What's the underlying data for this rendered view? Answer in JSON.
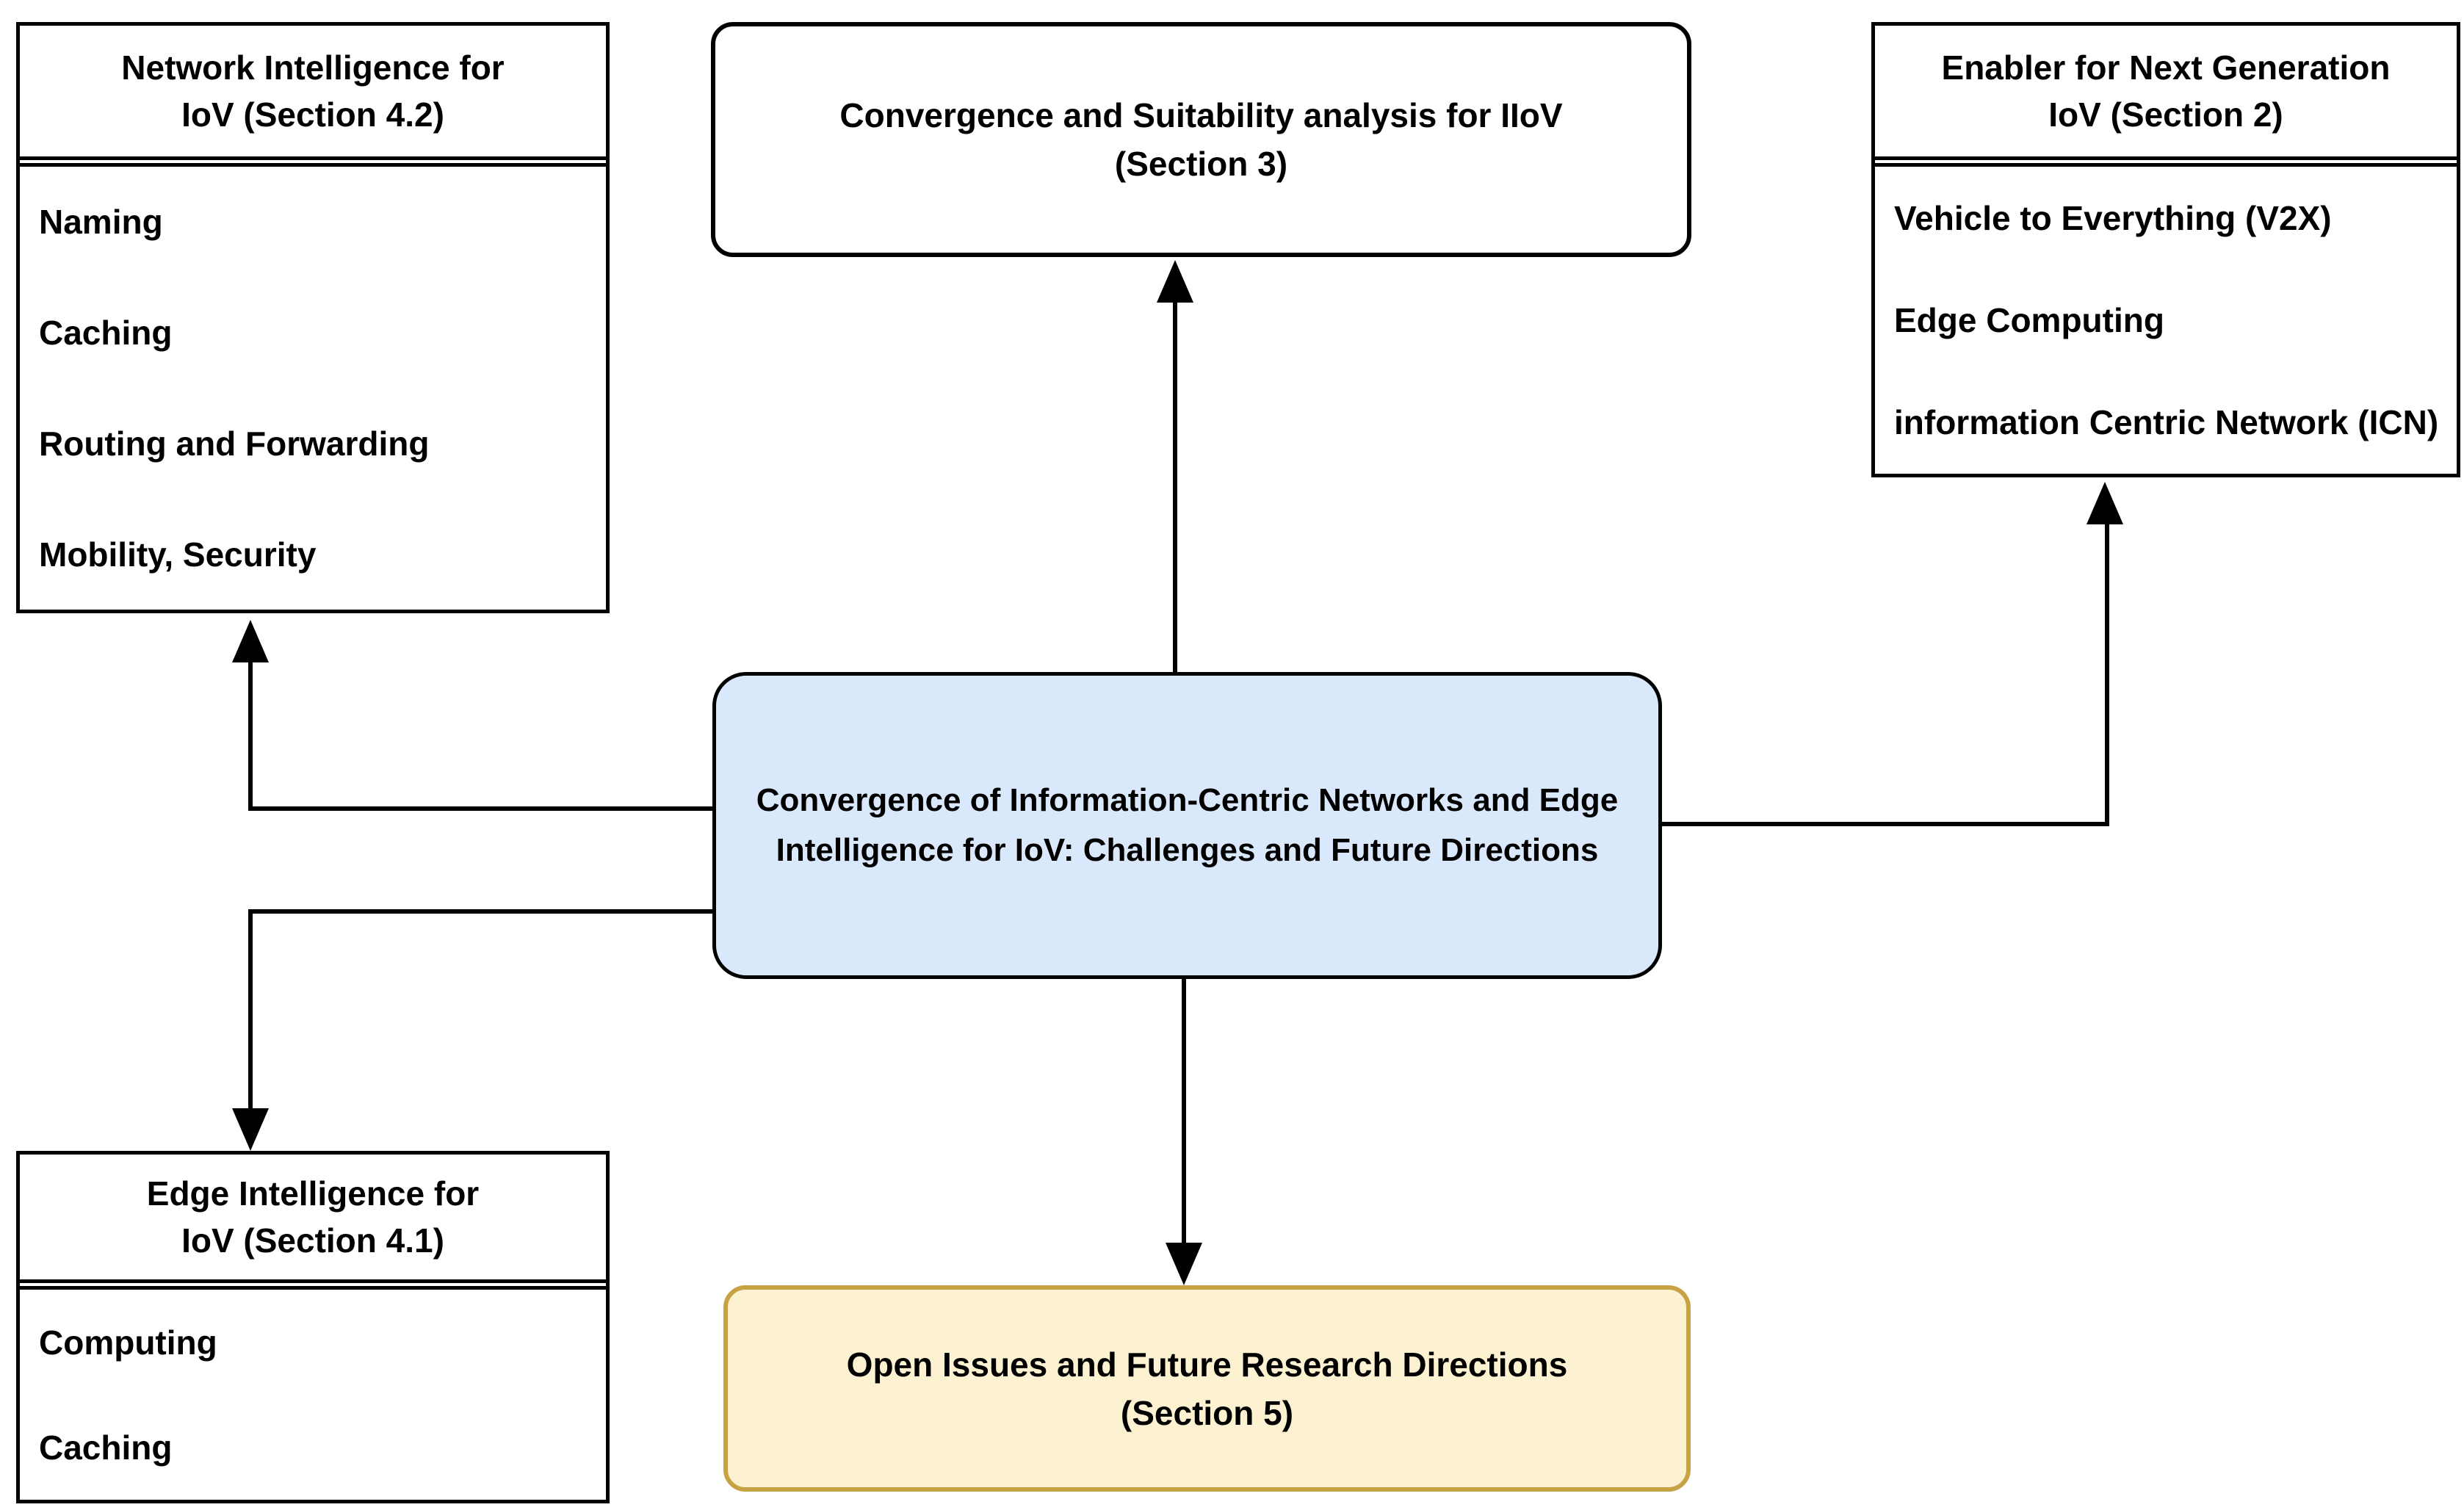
{
  "colors": {
    "background": "#ffffff",
    "border": "#000000",
    "text": "#000000",
    "connector": "#000000",
    "plain_box_fill": "#ffffff",
    "center_box_fill": "#dae8fc",
    "open_issues_fill": "#fcf2d1",
    "open_issues_border": "#c8a345"
  },
  "boxes": {
    "network_intelligence": {
      "title": "Network Intelligence for\nIoV (Section 4.2)",
      "items": [
        "Naming",
        "Caching",
        "Routing and Forwarding",
        "Mobility, Security"
      ]
    },
    "convergence_analysis": {
      "title": "Convergence and Suitability analysis for IIoV\n(Section 3)"
    },
    "enabler_next_gen": {
      "title": "Enabler for Next Generation\nIoV (Section 2)",
      "items": [
        "Vehicle to Everything (V2X)",
        "Edge Computing",
        "information Centric Network (ICN)"
      ]
    },
    "center_convergence": {
      "title": "Convergence of Information-Centric Networks and Edge\nIntelligence for IoV: Challenges and Future Directions"
    },
    "edge_intelligence": {
      "title": "Edge Intelligence for\nIoV (Section 4.1)",
      "items": [
        "Computing",
        "Caching"
      ]
    },
    "open_issues": {
      "title": "Open Issues and Future Research Directions\n(Section 5)"
    }
  }
}
